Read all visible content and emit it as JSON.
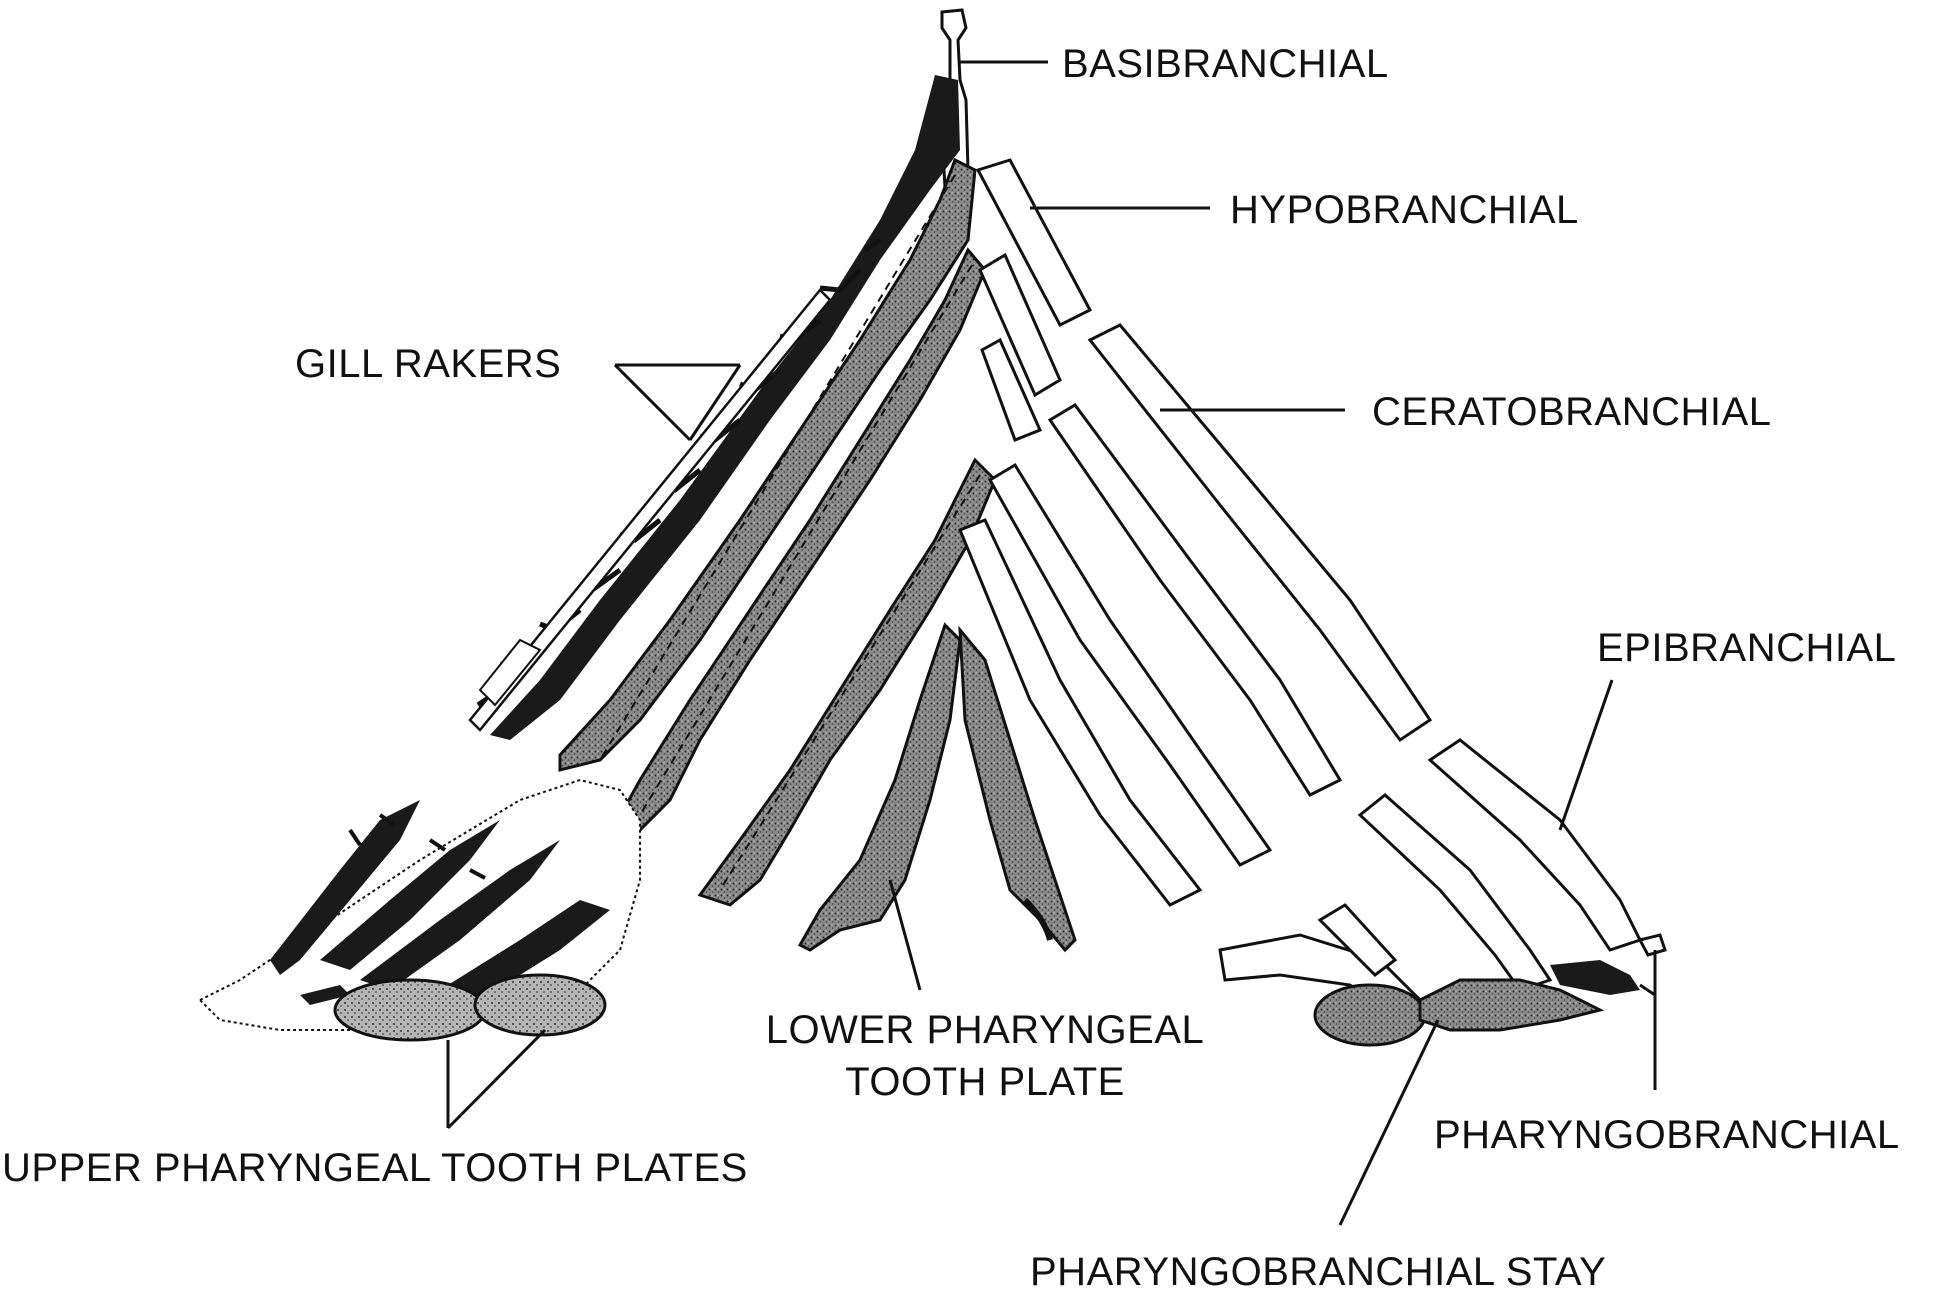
{
  "labels": {
    "basibranchial": "BASIBRANCHIAL",
    "hypobranchial": "HYPOBRANCHIAL",
    "gill_rakers": "GILL RAKERS",
    "ceratobranchial": "CERATOBRANCHIAL",
    "epibranchial": "EPIBRANCHIAL",
    "lower_pharyngeal_line1": "LOWER PHARYNGEAL",
    "lower_pharyngeal_line2": "TOOTH PLATE",
    "pharyngobranchial": "PHARYNGOBRANCHIAL",
    "upper_pharyngeal": "UPPER PHARYNGEAL TOOTH PLATES",
    "pharyngobranchial_stay": "PHARYNGOBRANCHIAL STAY"
  },
  "colors": {
    "ink": "#111111",
    "stipple": "#6b6b6b",
    "dark_bone": "#1a1a1a",
    "paper": "#ffffff"
  }
}
